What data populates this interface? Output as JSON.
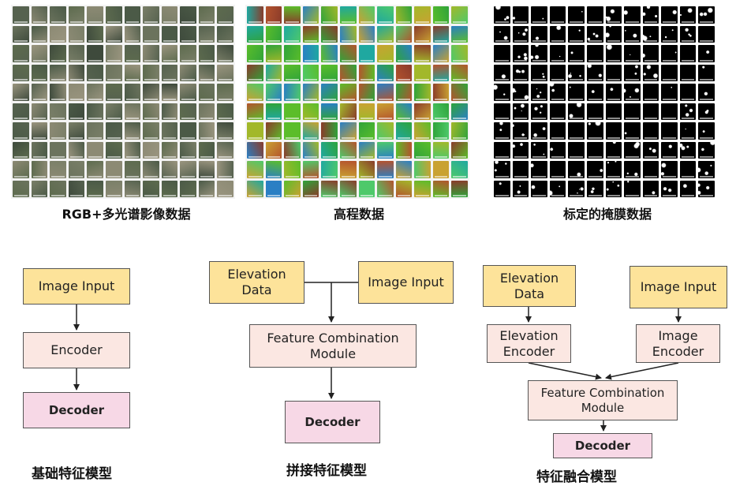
{
  "data_panels": {
    "rgb_caption": "RGB+多光谱影像数据",
    "elevation_caption": "高程数据",
    "mask_caption": "标定的掩膜数据"
  },
  "model_base": {
    "image_input": "Image Input",
    "encoder": "Encoder",
    "decoder": "Decoder",
    "caption": "基础特征模型"
  },
  "model_concat": {
    "elevation_data": "Elevation\nData",
    "image_input": "Image Input",
    "feature_combination": "Feature Combination\nModule",
    "decoder": "Decoder",
    "caption": "拼接特征模型"
  },
  "model_fusion": {
    "elevation_data": "Elevation\nData",
    "image_input": "Image Input",
    "elevation_encoder": "Elevation\nEncoder",
    "image_encoder": "Image\nEncoder",
    "feature_combination": "Feature Combination\nModule",
    "decoder": "Decoder",
    "caption": "特征融合模型"
  },
  "colors": {
    "input_fill": "#fde39a",
    "encoder_fill": "#fbe7e2",
    "decoder_fill": "#f7d8e6",
    "arrow": "#222222"
  }
}
